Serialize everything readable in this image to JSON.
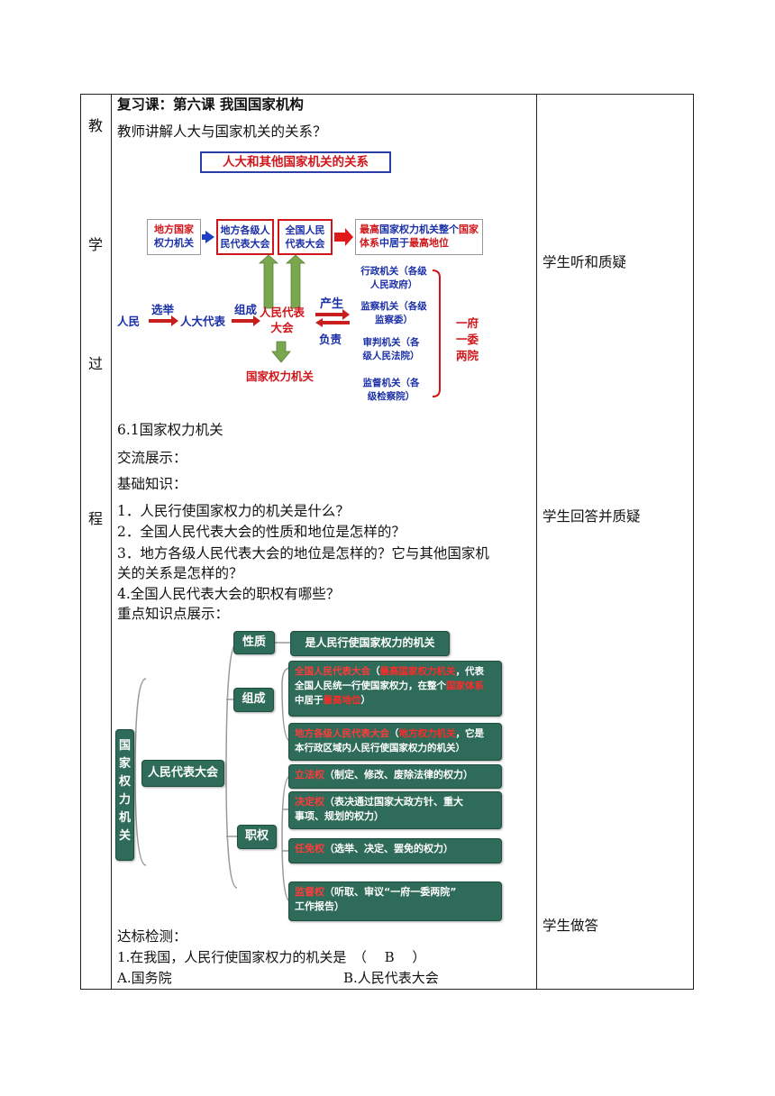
{
  "side_label": [
    "教",
    "学",
    "过",
    "程"
  ],
  "left": {
    "heading": "复习课：第六课 我国国家机构",
    "intro": "教师讲解人大与国家机关的关系？",
    "section_title": "6.1国家权力机关",
    "exchange": "交流展示：",
    "basic": "基础知识：",
    "q1": "1．人民行使国家权力的机关是什么？",
    "q2": "2．全国人民代表大会的性质和地位是怎样的？",
    "q3a": "3．地方各级人民代表大会的地位是怎样的？它与其他国家机",
    "q3b": "关的关系是怎样的？",
    "q4": "4.全国人民代表大会的职权有哪些？",
    "key_points": "重点知识点展示：",
    "check": "达标检测：",
    "test_q1": "1.在我国，人民行使国家权力的机关是　（　 B　 ）",
    "opt_a": "A.国务院",
    "opt_b": "B.人民代表大会"
  },
  "right_notes": {
    "n1": "学生听和质疑",
    "n2": "学生回答并质疑",
    "n3": "学生做答"
  },
  "diagram1": {
    "title": "人大和其他国家机关的关系",
    "local_organ_1": "地方国家",
    "local_organ_2": "权力机关",
    "local_congress_1": "地方各级人",
    "local_congress_2": "民代表大会",
    "national_congress_1": "全国人民",
    "national_congress_2": "代表大会",
    "highest_1a": "最高",
    "highest_1b": "国家权力机关整个",
    "highest_1c": "国家",
    "highest_2a": "体系",
    "highest_2b": "中居于",
    "highest_2c": "最高地位",
    "people": "人民",
    "elect": "选举",
    "deputies": "人大代表",
    "compose": "组成",
    "congress_1": "人民代表",
    "congress_2": "大会",
    "produce": "产生",
    "responsible": "负责",
    "state_power_organ": "国家权力机关",
    "admin_1": "行政机关（各级",
    "admin_2": "人民政府）",
    "supervision_1": "监察机关（各级",
    "supervision_2": "监察委）",
    "court_1": "审判机关（各",
    "court_2": "级人民法院）",
    "procur_1": "监督机关（各",
    "procur_2": "级检察院）",
    "one_gov": "一府",
    "one_comm": "一委",
    "two_yuan": "两院"
  },
  "diagram2": {
    "root": "国家权力机关",
    "center": "人民代表大会",
    "nature_label": "性质",
    "nature_text": "是人民行使国家权力的机关",
    "composition_label": "组成",
    "npc_a": "全国人民代表大会",
    "npc_b": "（",
    "npc_c": "最高国家权力机关",
    "npc_d": "，代表",
    "npc_e": "全国人民统一行使国家权力，在整个",
    "npc_f": "国家体系",
    "npc_g": "中居于",
    "npc_h": "最高地位",
    "npc_i": "）",
    "local_a": "地方各级人民代表大会",
    "local_b": "（",
    "local_c": "地方权力机关",
    "local_d": "，它是",
    "local_e": "本行政区域内人民行使国家权力的机关）",
    "powers_label": "职权",
    "p1_a": "立法权",
    "p1_b": "（制定、修改、废除法律的权力）",
    "p2_a": "决定权",
    "p2_b": "（表决通过国家大政方针、重大",
    "p2_c": "事项、规划的权力）",
    "p3_a": "任免权",
    "p3_b": "（选举、决定、罢免的权力）",
    "p4_a": "监督权",
    "p4_b": "（听取、审议“一府一委两院”",
    "p4_c": "工作报告）"
  },
  "colors": {
    "accent_red": "#d0161b",
    "accent_blue": "#1a2fa8",
    "green_box": "#2e6b58",
    "arrow_green": "#7aa64e"
  }
}
